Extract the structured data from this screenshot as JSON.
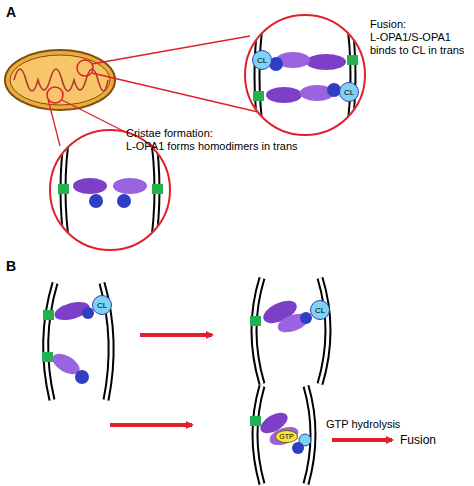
{
  "diagram": {
    "nodes": [
      {
        "text": [
          "CL"
        ]
      },
      {
        "text": [
          "CL"
        ]
      },
      {
        "text": [
          "CL"
        ]
      },
      {
        "text": [
          "CL"
        ]
      },
      {
        "text": [
          "GTP"
        ]
      }
    ],
    "labels": [
      "A",
      "Fusion:",
      "L-OPA1/S-OPA1 binds to CL in trans",
      "Cristae formation:",
      "L-OPA1 forms homodimers in trans",
      "B",
      "GTP hydrolysis",
      "Fusion"
    ]
  }
}
